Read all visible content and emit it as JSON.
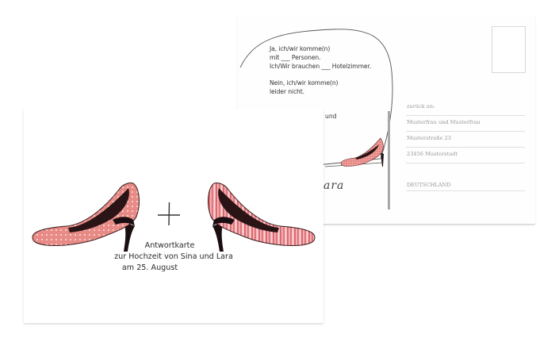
{
  "back_card": {
    "rsvp_lines": [
      "Ja, ich/wir komme(n)",
      "mit ___ Personen.",
      "Ich/Wir brauchen ___ Hotelzimmer.",
      "",
      "Nein, ich/wir komme(n)",
      "leider nicht."
    ],
    "und_text": "und",
    "script_name_partial": "ara",
    "stamp_box_label": "",
    "address": {
      "return_label": "zurück an:",
      "name": "Musterfrau und Musterfrau",
      "street": "Musterstraße 23",
      "city": "23456 Musterstadt",
      "country": "DEUTSCHLAND"
    }
  },
  "front_card": {
    "title": "Antwortkarte",
    "subtitle": "zur Hochzeit von Sina und Lara",
    "date": "am 25. August",
    "icons": {
      "left": "polka-dot-pump-shoe",
      "center": "plus-sign",
      "right": "striped-pump-shoe"
    }
  },
  "colors": {
    "shoe_pink": "#e88a86",
    "shoe_stripe_light": "#f5b8bc",
    "shoe_dark": "#2a1416",
    "text": "#2a2a2a",
    "address_text": "#9a9a9a",
    "divider": "#a8a8a8"
  }
}
